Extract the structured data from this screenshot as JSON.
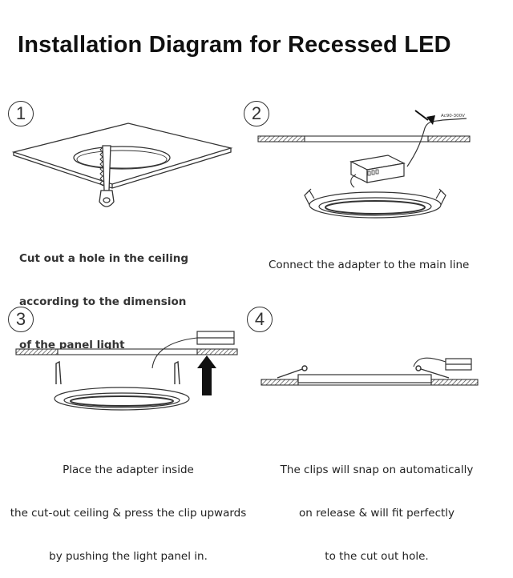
{
  "title": "Installation Diagram for Recessed LED",
  "steps": [
    {
      "number": "1",
      "caption_lines": [
        "Cut out a hole in the ceiling",
        "according to the dimension",
        "of the panel light"
      ]
    },
    {
      "number": "2",
      "caption_lines": [
        "Connect the adapter to the main line"
      ],
      "wire_label": "Ac90-300V"
    },
    {
      "number": "3",
      "caption_lines": [
        "Place the adapter inside",
        "the cut-out ceiling & press the clip upwards",
        "by pushing the light panel in."
      ]
    },
    {
      "number": "4",
      "caption_lines": [
        "The clips will snap on automatically",
        "on release & will fit perfectly",
        "to the cut out hole."
      ]
    }
  ]
}
